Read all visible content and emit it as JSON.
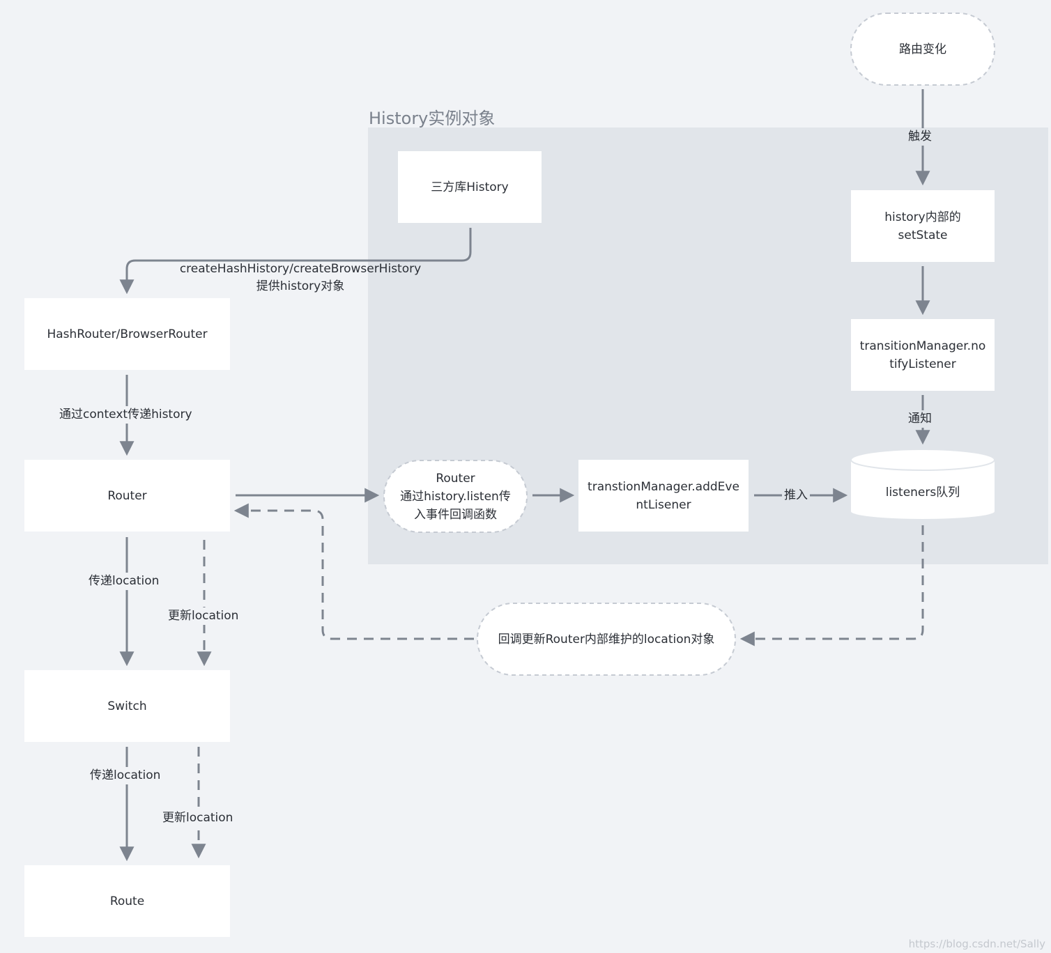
{
  "group": {
    "title": "History实例对象"
  },
  "nodes": {
    "route_change": "路由变化",
    "third_party_history": "三方库History",
    "history_setstate": "history内部的\nsetState",
    "transition_notify": "transitionManager.no\ntifyListener",
    "hash_browser_router": "HashRouter/BrowserRouter",
    "router": "Router",
    "router_listen": "Router\n通过history.listen传\n入事件回调函数",
    "add_event_listener": "transtionManager.addEve\nntLisener",
    "listeners_queue": "listeners队列",
    "switch": "Switch",
    "route": "Route",
    "callback_update": "回调更新Router内部维护的location对象"
  },
  "edge_labels": {
    "trigger": "触发",
    "create_history": "createHashHistory/createBrowserHistory\n提供history对象",
    "context_pass": "通过context传递history",
    "notify": "通知",
    "push_in": "推入",
    "pass_location_1": "传递location",
    "update_location_1": "更新location",
    "pass_location_2": "传递location",
    "update_location_2": "更新location"
  },
  "watermark": "https://blog.csdn.net/Sally",
  "colors": {
    "page_background": "#f1f3f6",
    "group_background": "#e1e5ea",
    "node_fill": "#ffffff",
    "edge": "#7d848f",
    "text": "#2b2f36"
  }
}
